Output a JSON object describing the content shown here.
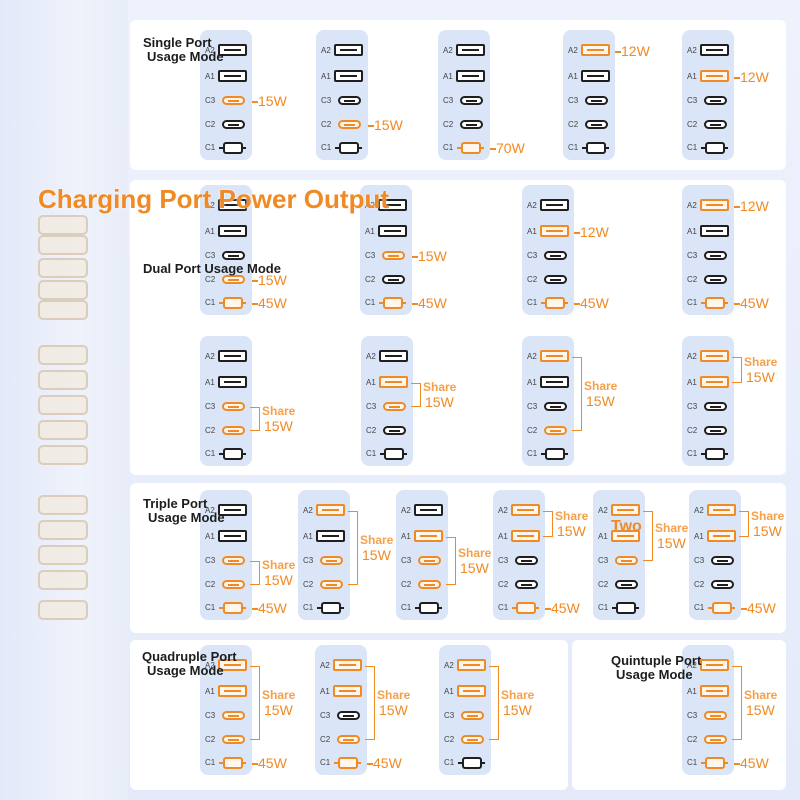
{
  "main_title": "Charging Port Power Output",
  "panels": {
    "single": {
      "title1": "Single Port",
      "title2": "Usage Mode"
    },
    "dual": {
      "title1": "Dual Port Usage Mode"
    },
    "triple": {
      "title1": "Triple Port",
      "title2": "Usage Mode"
    },
    "quadruple": {
      "title1": "Quadruple Port",
      "title2": "Usage Mode"
    },
    "quintuple": {
      "title1": "Quintuple Port",
      "title2": "Usage Mode"
    }
  },
  "port_labels": [
    "A2",
    "A1",
    "C3",
    "C2",
    "C1"
  ],
  "labels": {
    "share": "Share",
    "two": "Two"
  },
  "watts": {
    "w12": "12W",
    "w15": "15W",
    "w45": "45W",
    "w70": "70W"
  },
  "accent_color": "#f08a24",
  "icons": {
    "usb_a": "usb-a-port-icon",
    "usb_c": "usb-c-port-icon",
    "cable": "usb-c-cable-port-icon"
  }
}
